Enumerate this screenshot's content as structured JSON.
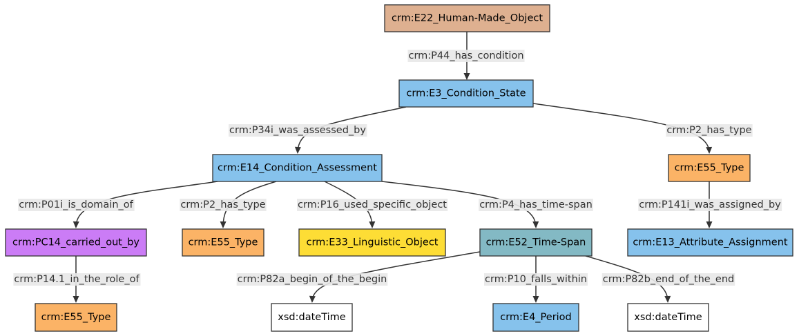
{
  "colors": {
    "E22_Human-Made_Object": "#deb090",
    "E3_Condition_State": "#86c2ec",
    "E14_Condition_Assessment": "#86c2ec",
    "E13_Attribute_Assignment": "#86c2ec",
    "E4_Period": "#86c2ec",
    "E55_Type": "#fbb366",
    "PC14_carried_out_by": "#cb7cf6",
    "E33_Linguistic_Object": "#fddd35",
    "E52_Time-Span": "#83b9c4",
    "literal": "#ffffff",
    "stroke": "#333333",
    "edge_label_background": "#e8e8e8"
  },
  "nodes": [
    {
      "id": "n_e22",
      "label": "crm:E22_Human-Made_Object"
    },
    {
      "id": "n_e3",
      "label": "crm:E3_Condition_State"
    },
    {
      "id": "n_e14",
      "label": "crm:E14_Condition_Assessment"
    },
    {
      "id": "n_e55a",
      "label": "crm:E55_Type"
    },
    {
      "id": "n_pc14",
      "label": "crm:PC14_carried_out_by"
    },
    {
      "id": "n_e55b",
      "label": "crm:E55_Type"
    },
    {
      "id": "n_e33",
      "label": "crm:E33_Linguistic_Object"
    },
    {
      "id": "n_e52",
      "label": "crm:E52_Time-Span"
    },
    {
      "id": "n_e13",
      "label": "crm:E13_Attribute_Assignment"
    },
    {
      "id": "n_e55c",
      "label": "crm:E55_Type"
    },
    {
      "id": "n_dt1",
      "label": "xsd:dateTime"
    },
    {
      "id": "n_e4",
      "label": "crm:E4_Period"
    },
    {
      "id": "n_dt2",
      "label": "xsd:dateTime"
    }
  ],
  "edges": [
    {
      "from": "n_e22",
      "to": "n_e3",
      "label": "crm:P44_has_condition"
    },
    {
      "from": "n_e3",
      "to": "n_e14",
      "label": "crm:P34i_was_assessed_by"
    },
    {
      "from": "n_e3",
      "to": "n_e55a",
      "label": "crm:P2_has_type"
    },
    {
      "from": "n_e14",
      "to": "n_pc14",
      "label": "crm:P01i_is_domain_of"
    },
    {
      "from": "n_e14",
      "to": "n_e55b",
      "label": "crm:P2_has_type"
    },
    {
      "from": "n_e14",
      "to": "n_e33",
      "label": "crm:P16_used_specific_object"
    },
    {
      "from": "n_e14",
      "to": "n_e52",
      "label": "crm:P4_has_time-span"
    },
    {
      "from": "n_e55a",
      "to": "n_e13",
      "label": "crm:P141i_was_assigned_by"
    },
    {
      "from": "n_pc14",
      "to": "n_e55c",
      "label": "crm:P14.1_in_the_role_of"
    },
    {
      "from": "n_e52",
      "to": "n_dt1",
      "label": "crm:P82a_begin_of_the_begin"
    },
    {
      "from": "n_e52",
      "to": "n_e4",
      "label": "crm:P10_falls_within"
    },
    {
      "from": "n_e52",
      "to": "n_dt2",
      "label": "crm:P82b_end_of_the_end"
    }
  ]
}
